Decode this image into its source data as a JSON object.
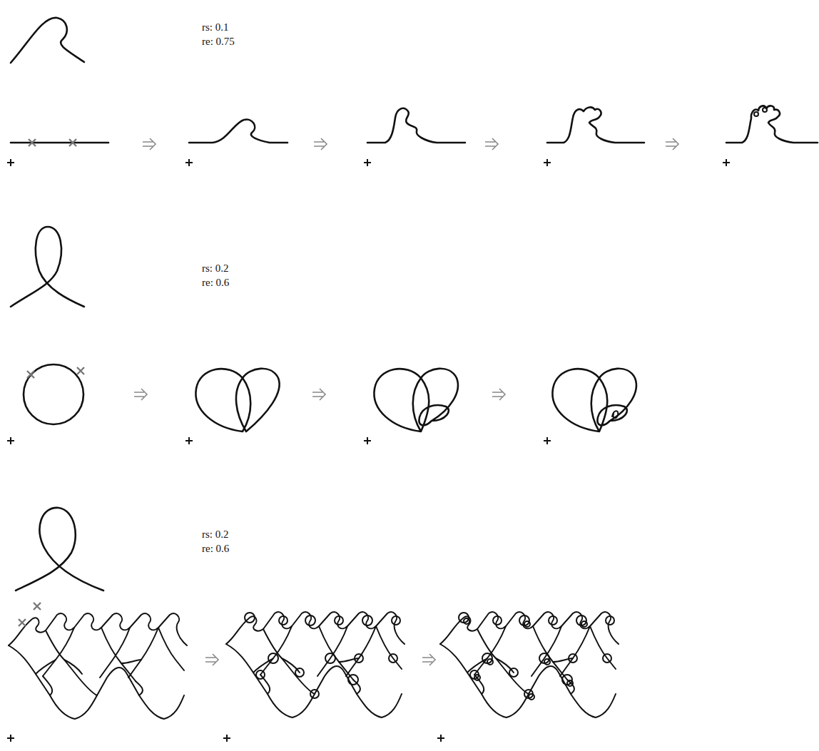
{
  "diagram": {
    "labels": [
      "rs: 0.1",
      "re: 0.75",
      "rs: 0.2",
      "re: 0.6",
      "rs: 0.2",
      "re: 0.6"
    ]
  }
}
